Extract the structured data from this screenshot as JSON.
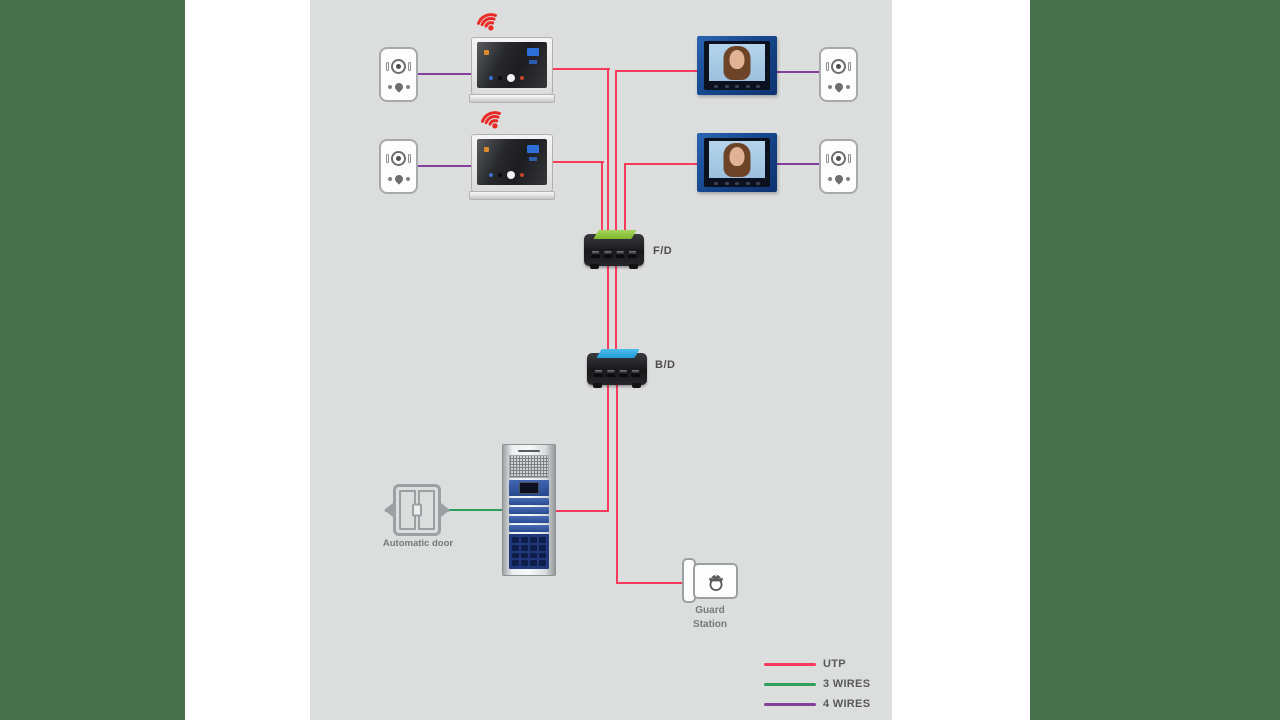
{
  "labels": {
    "fd": "F/D",
    "bd": "B/D",
    "automatic_door": "Automatic door",
    "guard_line1": "Guard",
    "guard_line2": "Station"
  },
  "legend": [
    {
      "label": "UTP",
      "color": "#f73b5c"
    },
    {
      "label": "3 WIRES",
      "color": "#2f9e5a"
    },
    {
      "label": "4 WIRES",
      "color": "#833f9b"
    }
  ],
  "colors": {
    "side_bars": "#47704d",
    "page_background": "#ffffff",
    "canvas": "#dcdedd",
    "utp_wire": "#f73b5c",
    "three_wire": "#2f9e5a",
    "four_wire": "#833f9b",
    "wifi_icon": "#e92b26",
    "video_monitor_frame": "#17488f",
    "fd_top": "#8dc63f",
    "bd_top": "#29abe2"
  },
  "icons": {
    "wifi": "wifi-icon",
    "camera": "camera-lens-icon",
    "doorbell": "doorbell-drop-icon",
    "arrow_left": "arrow-left-icon",
    "arrow_right": "arrow-right-icon",
    "guard": "guard-officer-icon"
  }
}
